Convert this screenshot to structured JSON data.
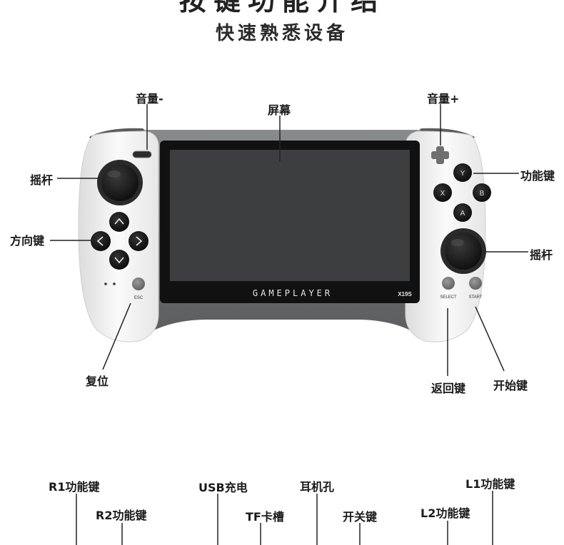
{
  "header": {
    "title": "按键功能介绍",
    "subtitle": "快速熟悉设备"
  },
  "device": {
    "brand_text": "GAMEPLAYER",
    "model": "X19S",
    "esc_label": "ESC",
    "select_label": "SELECT",
    "start_label": "START",
    "face_buttons": {
      "y": "Y",
      "x": "X",
      "b": "B",
      "a": "A"
    }
  },
  "labels": {
    "volume_down": "音量-",
    "screen": "屏幕",
    "volume_up": "音量+",
    "joystick_left": "摇杆",
    "function_keys": "功能键",
    "dpad": "方向键",
    "joystick_right": "摇杆",
    "reset": "复位",
    "back": "返回键",
    "start": "开始键"
  },
  "bottom_labels": {
    "r1": "R1功能键",
    "r2": "R2功能键",
    "usb": "USB充电",
    "tf": "TF卡槽",
    "headphone": "耳机孔",
    "power": "开关键",
    "l2": "L2功能键",
    "l1": "L1功能键"
  },
  "colors": {
    "body_white": "#f2f2f2",
    "frame_gray": "#6d6e70",
    "screen_dark": "#3b3c3e",
    "bezel_black": "#111111",
    "button_gray": "#7a7a7a"
  }
}
